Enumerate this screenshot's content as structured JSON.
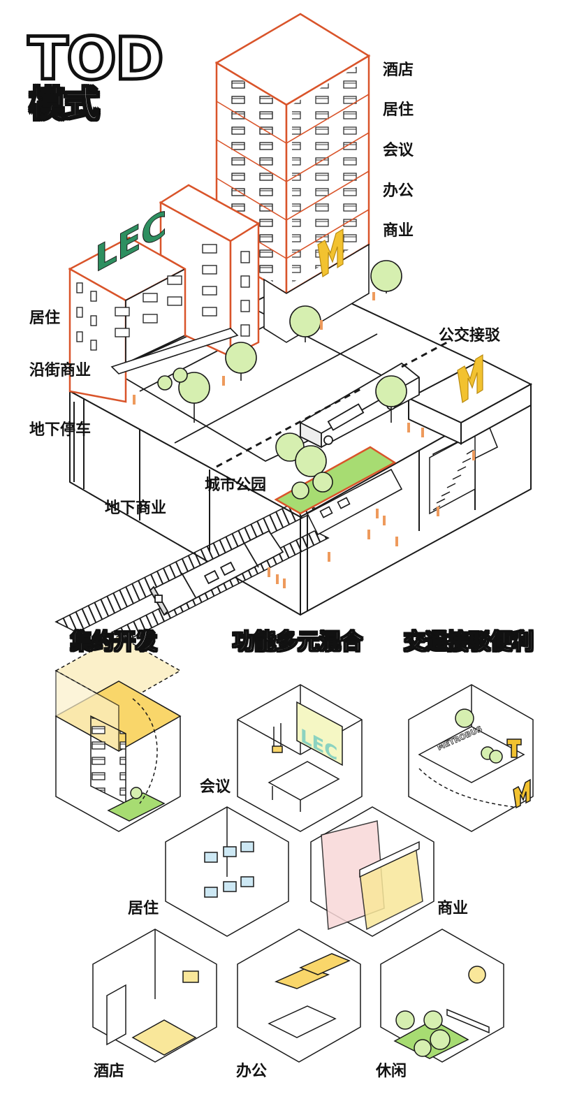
{
  "title": {
    "main": "TOD",
    "sub": "模式"
  },
  "tower_labels": [
    "酒店",
    "居住",
    "会议",
    "办公",
    "商业"
  ],
  "left_labels": {
    "residential": "居住",
    "street_retail": "沿街商业",
    "underground_parking": "地下停车",
    "underground_retail": "地下商业"
  },
  "bus_transfer": "公交接驳",
  "city_park": "城市公园",
  "signage": {
    "lec": "LEC",
    "metro_m": "M",
    "metrobus": "METROBUS",
    "tram_t": "T"
  },
  "concepts": [
    "集约开发",
    "功能多元混合",
    "交通接驳便利"
  ],
  "function_labels": {
    "meeting": "会议",
    "residential": "居住",
    "retail": "商业",
    "hotel": "酒店",
    "office": "办公",
    "leisure": "休闲"
  },
  "colors": {
    "outline": "#1a1a1a",
    "highlight_orange": "#d9542a",
    "tree_green": "#d6efb0",
    "park_green": "#a7dc72",
    "metro_yellow": "#f2c230",
    "people_orange": "#ee9a5c",
    "room_yellow": "#f9e79a",
    "window_blue": "#cde8f4",
    "shop_pink": "#f8d8d8"
  }
}
